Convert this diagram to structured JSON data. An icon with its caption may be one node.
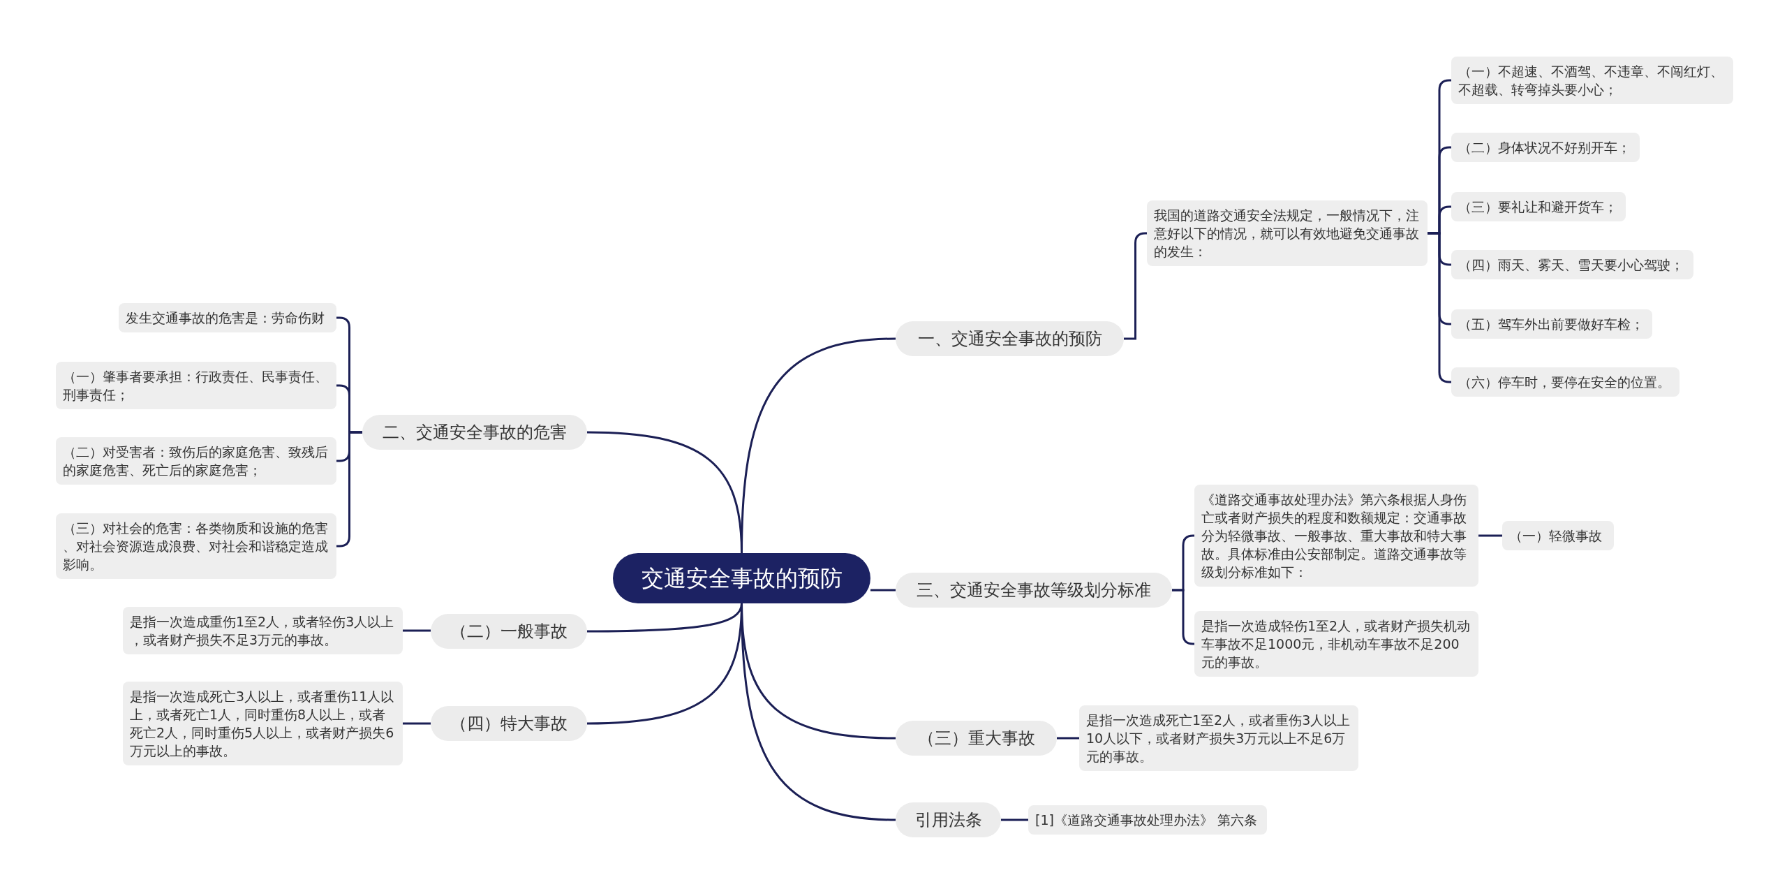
{
  "diagram": {
    "nodes": [
      {
        "text": [
          "交通安全事故的预防"
        ]
      },
      {
        "text": [
          "一、交通安全事故的预防"
        ]
      },
      {
        "text": [
          "我国的道路交通安全法规定，一般情况下，注意好以下的情况，就可以有效地避免交通事故的发生："
        ]
      },
      {
        "text": [
          "（一）不超速、不酒驾、不违章、不闯红灯、不超载、转弯掉头要小心；"
        ]
      },
      {
        "text": [
          "（二）身体状况不好别开车；"
        ]
      },
      {
        "text": [
          "（三）要礼让和避开货车；"
        ]
      },
      {
        "text": [
          "（四）雨天、雾天、雪天要小心驾驶；"
        ]
      },
      {
        "text": [
          "（五）驾车外出前要做好车检；"
        ]
      },
      {
        "text": [
          "（六）停车时，要停在安全的位置。"
        ]
      },
      {
        "text": [
          "二、交通安全事故的危害"
        ]
      },
      {
        "text": [
          "发生交通事故的危害是：劳命伤财"
        ]
      },
      {
        "text": [
          "（一）肇事者要承担：行政责任、民事责任、刑事责任；"
        ]
      },
      {
        "text": [
          "（二）对受害者：致伤后的家庭危害、致残后的家庭危害、死亡后的家庭危害；"
        ]
      },
      {
        "text": [
          "（三）对社会的危害：各类物质和设施的危害、对社会资源造成浪费、对社会和谐稳定造成影响。"
        ]
      },
      {
        "text": [
          "三、交通安全事故等级划分标准"
        ]
      },
      {
        "text": [
          "《道路交通事故处理办法》第六条根据人身伤亡或者财产损失的程度和数额规定：交通事故分为轻微事故、一般事故、重大事故和特大事故。具体标准由公安部制定。道路交通事故等级划分标准如下："
        ]
      },
      {
        "text": [
          "（一）轻微事故"
        ]
      },
      {
        "text": [
          "是指一次造成轻伤1至2人，或者财产损失机动车事故不足1000元，非机动车事故不足200元的事故。"
        ]
      },
      {
        "text": [
          "（二）一般事故"
        ]
      },
      {
        "text": [
          "是指一次造成重伤1至2人，或者轻伤3人以上，或者财产损失不足3万元的事故。"
        ]
      },
      {
        "text": [
          "（四）特大事故"
        ]
      },
      {
        "text": [
          "是指一次造成死亡3人以上，或者重伤11人以上，或者死亡1人，同时重伤8人以上，或者死亡2人，同时重伤5人以上，或者财产损失6万元以上的事故。"
        ]
      },
      {
        "text": [
          "（三）重大事故"
        ]
      },
      {
        "text": [
          "是指一次造成死亡1至2人，或者重伤3人以上10人以下，或者财产损失3万元以上不足6万元的事故。"
        ]
      },
      {
        "text": [
          "引用法条"
        ]
      },
      {
        "text": [
          "[1]《道路交通事故处理办法》 第六条"
        ]
      }
    ],
    "edges": [
      {
        "from": 0,
        "to": 1,
        "arrow": "none"
      },
      {
        "from": 1,
        "to": 2,
        "arrow": "none"
      },
      {
        "from": 2,
        "to": 3,
        "arrow": "none"
      },
      {
        "from": 2,
        "to": 4,
        "arrow": "none"
      },
      {
        "from": 2,
        "to": 5,
        "arrow": "none"
      },
      {
        "from": 2,
        "to": 6,
        "arrow": "none"
      },
      {
        "from": 2,
        "to": 7,
        "arrow": "none"
      },
      {
        "from": 2,
        "to": 8,
        "arrow": "none"
      },
      {
        "from": 0,
        "to": 9,
        "arrow": "none"
      },
      {
        "from": 9,
        "to": 10,
        "arrow": "none"
      },
      {
        "from": 9,
        "to": 11,
        "arrow": "none"
      },
      {
        "from": 9,
        "to": 12,
        "arrow": "none"
      },
      {
        "from": 9,
        "to": 13,
        "arrow": "none"
      },
      {
        "from": 0,
        "to": 14,
        "arrow": "none"
      },
      {
        "from": 14,
        "to": 15,
        "arrow": "none"
      },
      {
        "from": 15,
        "to": 16,
        "arrow": "none"
      },
      {
        "from": 14,
        "to": 17,
        "arrow": "none"
      },
      {
        "from": 0,
        "to": 18,
        "arrow": "none"
      },
      {
        "from": 18,
        "to": 19,
        "arrow": "none"
      },
      {
        "from": 0,
        "to": 20,
        "arrow": "none"
      },
      {
        "from": 20,
        "to": 21,
        "arrow": "none"
      },
      {
        "from": 0,
        "to": 22,
        "arrow": "none"
      },
      {
        "from": 22,
        "to": 23,
        "arrow": "none"
      },
      {
        "from": 0,
        "to": 24,
        "arrow": "none"
      },
      {
        "from": 24,
        "to": 25,
        "arrow": "none"
      }
    ]
  }
}
